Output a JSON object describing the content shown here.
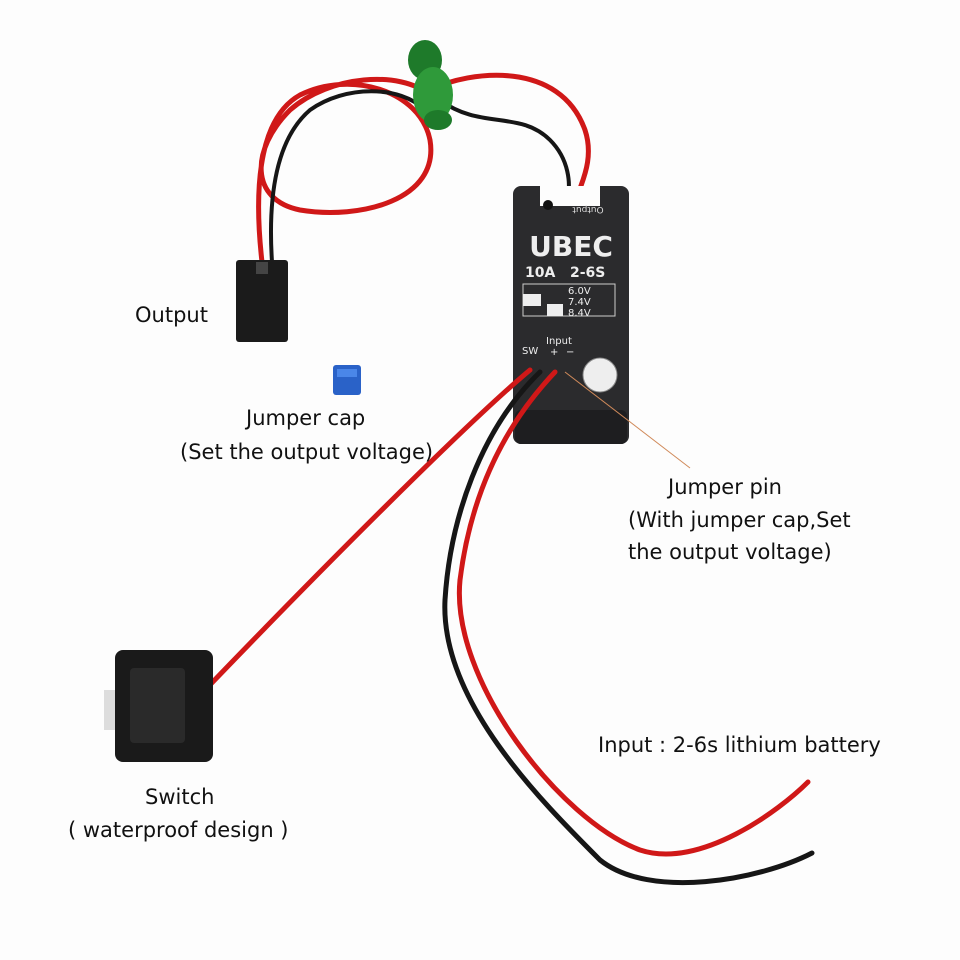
{
  "labels": {
    "output": "Output",
    "jumper_cap": "Jumper cap",
    "jumper_cap_note": "(Set the output voltage)",
    "jumper_pin": "Jumper pin",
    "jumper_pin_note_1": "(With jumper cap,Set",
    "jumper_pin_note_2": "the output voltage)",
    "input": "Input : 2-6s lithium battery",
    "switch": "Switch",
    "switch_note": "( waterproof design )"
  },
  "device": {
    "output_mark": "Output",
    "brand": "UBEC",
    "current": "10A",
    "cells": "2-6S",
    "voltages": [
      "6.0V",
      "7.4V",
      "8.4V"
    ],
    "sw": "SW",
    "input": "Input",
    "plus": "+",
    "minus": "−"
  },
  "colors": {
    "wire_red": "#d01818",
    "wire_black": "#161616",
    "body": "#2b2b2d",
    "jumper_cap": "#2a62c8",
    "ferrite": "#2f9a3a",
    "pointer": "#d08a5a"
  }
}
